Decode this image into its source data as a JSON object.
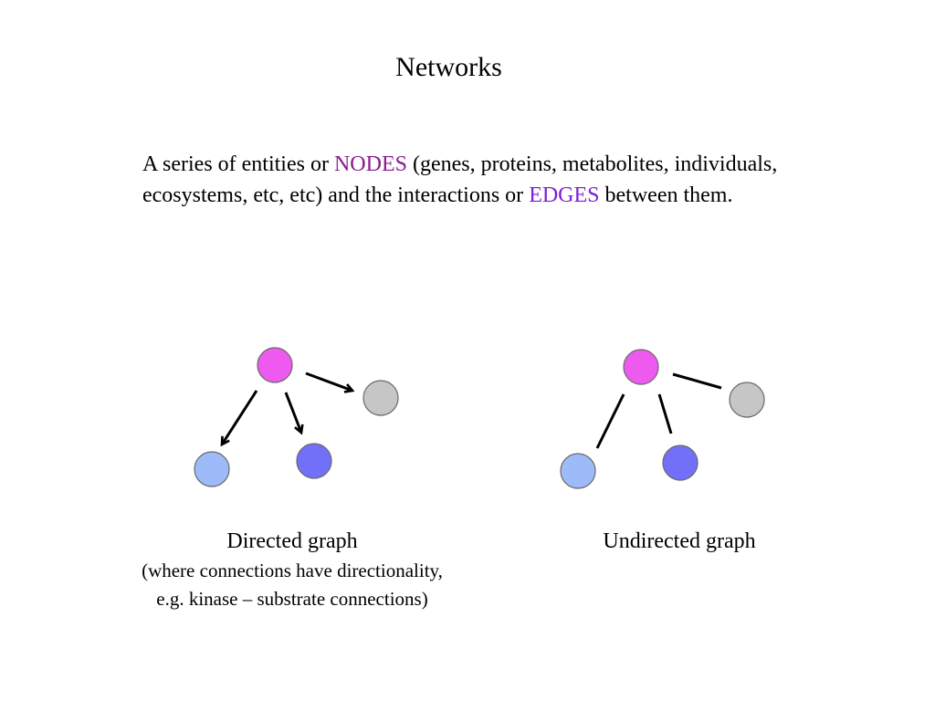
{
  "slide": {
    "title": "Networks",
    "intro": {
      "part1": "A series of entities or ",
      "nodes_word": "NODES",
      "part2": " (genes, proteins, metabolites, individuals, ecosystems, etc, etc) and the interactions or ",
      "edges_word": "EDGES",
      "part3": " between them."
    },
    "colors": {
      "nodes_keyword": "#8b1a8f",
      "edges_keyword": "#7b1fd6",
      "node_magenta": "#ee5af0",
      "node_gray": "#c6c6c6",
      "node_light_blue": "#9dbbf8",
      "node_blue": "#7270f8"
    }
  },
  "directed_graph": {
    "title": "Directed graph",
    "note_line1": "(where connections have directionality,",
    "note_line2": "e.g. kinase – substrate connections)"
  },
  "undirected_graph": {
    "title": "Undirected graph"
  }
}
